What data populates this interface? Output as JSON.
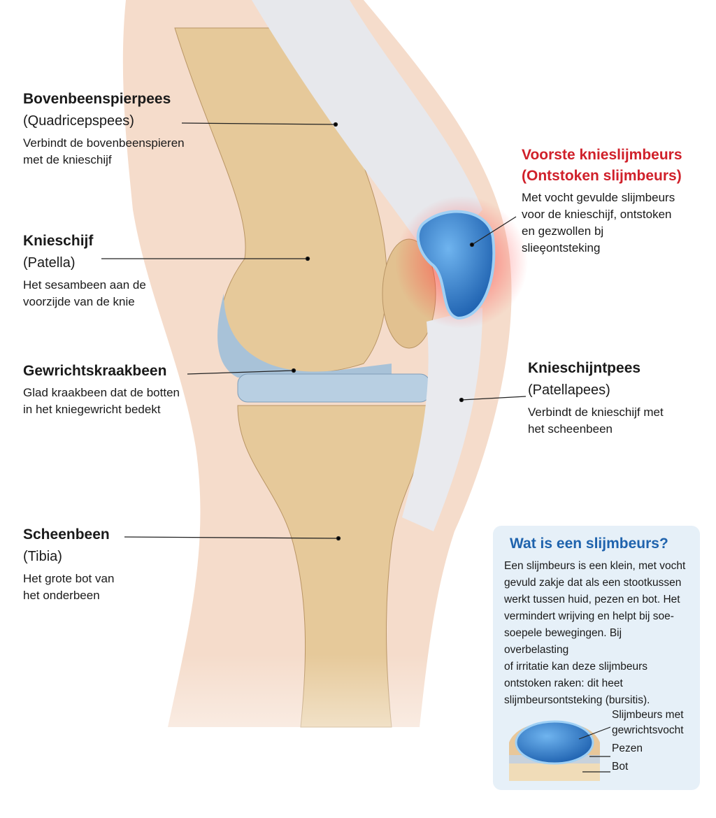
{
  "labels": {
    "quadriceps": {
      "title": "Bovenbeenspierpees",
      "sub": "(Quadricepspees)",
      "desc": [
        "Verbindt de bovenbeenspieren",
        "met de knieschijf"
      ]
    },
    "patella": {
      "title": "Knieschijf",
      "sub": "(Patella)",
      "desc": [
        "Het sesambeen aan de",
        "voorzijde van de knie"
      ]
    },
    "cartilage": {
      "title": "Gewrichtskraakbeen",
      "desc": [
        "Glad kraakbeen dat de botten",
        "in het kniegewricht bedekt"
      ]
    },
    "tibia": {
      "title": "Scheenbeen",
      "sub": "(Tibia)",
      "desc": [
        "Het grote bot van",
        "het onderbeen"
      ]
    },
    "bursa": {
      "title": "Voorste knieslijmbeurs",
      "sub": "(Ontstoken slijmbeurs)",
      "desc": [
        "Met vocht gevulde slijmbeurs",
        "voor de knieschijf, ontstoken",
        "en gezwollen bj",
        "slieȩontsteking"
      ]
    },
    "patellar_tendon": {
      "title": "Knieschijntpees",
      "sub": "(Patellapees)",
      "desc": [
        "Verbindt de knieschijf met",
        "het scheenbeen"
      ]
    }
  },
  "info": {
    "title": "Wat is een slijmbeurs?",
    "text": [
      "Een slijmbeurs is een klein, met vocht",
      "gevuld zakje dat als een stootkussen",
      "werkt tussen huid, pezen en bot. Het",
      "vermindert wrijving en helpt bij soe-",
      "soepele bewegingen. Bij overbelasting",
      "of irritatie kan deze slijmbeurs",
      "ontstoken raken: dit heet",
      "slijmbeursontsteking (bursitis)."
    ],
    "legend": {
      "bursa": [
        "Slijmbeurs met",
        "gewrichtsvocht"
      ],
      "tendons": "Pezen",
      "bone": "Bot"
    }
  },
  "colors": {
    "accent_red": "#d0202a",
    "accent_blue": "#1f63ad",
    "bursa": "#2a78c8",
    "bone": "#e6c99a"
  }
}
